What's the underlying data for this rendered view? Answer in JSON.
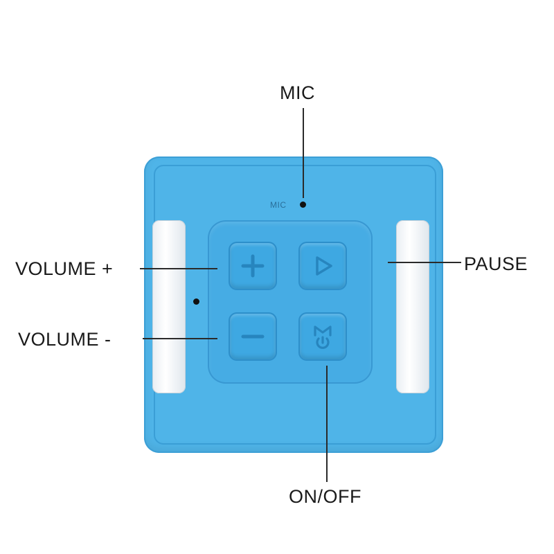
{
  "callouts": {
    "mic": "MIC",
    "volume_plus": "VOLUME +",
    "volume_minus": "VOLUME -",
    "pause": "PAUSE",
    "on_off": "ON/OFF"
  },
  "device": {
    "mic_printed_label": "MIC",
    "color": "#4fb4e8"
  },
  "buttons": [
    {
      "name": "volume-up-button",
      "icon": "plus-icon"
    },
    {
      "name": "play-pause-button",
      "icon": "play-icon"
    },
    {
      "name": "volume-down-button",
      "icon": "minus-icon"
    },
    {
      "name": "mode-power-button",
      "icon": "mode-icon"
    }
  ]
}
